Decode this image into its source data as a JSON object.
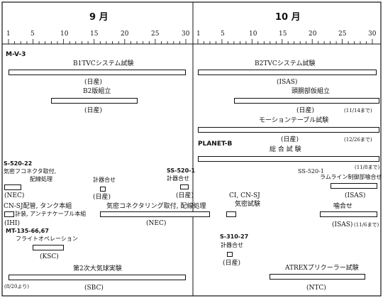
{
  "header": {
    "sept": "9 月",
    "oct": "10 月",
    "ticks": [
      "1",
      "5",
      "10",
      "15",
      "20",
      "25",
      "30"
    ]
  },
  "schedule": {
    "mv3": "M-V-3",
    "b1": "B1TVCシステム試験",
    "b1_maker": "(日産)",
    "b2ctl": "B2版組立",
    "b2ctl_maker": "(日産)",
    "b2": "B2TVCシステム試験",
    "b2_maker": "(ISAS)",
    "head": "頭胴部仮組立",
    "head_maker": "(日産)",
    "head_note": "(11/14まで)",
    "motion": "モーションテーブル試験",
    "motion_maker": "(日産)",
    "motion_note": "(12/26まで)",
    "planet": "PLANET-B",
    "sogo": "総 合 試 験",
    "sogo_note": "(11/8まで)",
    "s520_22": "S-520-22",
    "s520_22_a": "気密フコネクタ取付,",
    "s520_22_b": "配線処理",
    "s520_22_maker": "(NEC)",
    "keiki1": "計器合せ",
    "keiki1_maker": "(日産)",
    "ss520_1_l": "SS-520-1",
    "ss520_1_l_sub": "計器合せ",
    "ss520_1_l_maker": "(日産)",
    "cn_sj": "CN-SJ配管, タンク本組",
    "antenna": "計装, アンテナケーブル本組",
    "cn_sj_maker": "(IHI)",
    "kimitsu": "気密コネクタリング取付, 配線処理",
    "kimitsu_maker": "(NEC)",
    "ci": "CI, CN-SJ",
    "ci_b": "気密試験",
    "ss520_1_r": "SS-520-1",
    "ram": "ラムライン制御部噛合せ",
    "ram_maker": "(ISAS)",
    "kamiawase": "噛合せ",
    "kamiawase_maker": "(ISAS)",
    "kamiawase_note": "(11/6まで)",
    "mt135": "MT-135-66,67",
    "flight": "フライトオペレーション",
    "flight_maker": "(KSC)",
    "s310": "S-310-27",
    "s310_sub": "計器合せ",
    "s310_maker": "(日産)",
    "balloon": "第2次大気球実験",
    "balloon_note": "(8/20より)",
    "balloon_maker": "(SBC)",
    "atrex": "ATREXプリクーラー試験",
    "atrex_maker": "(NTC)"
  }
}
